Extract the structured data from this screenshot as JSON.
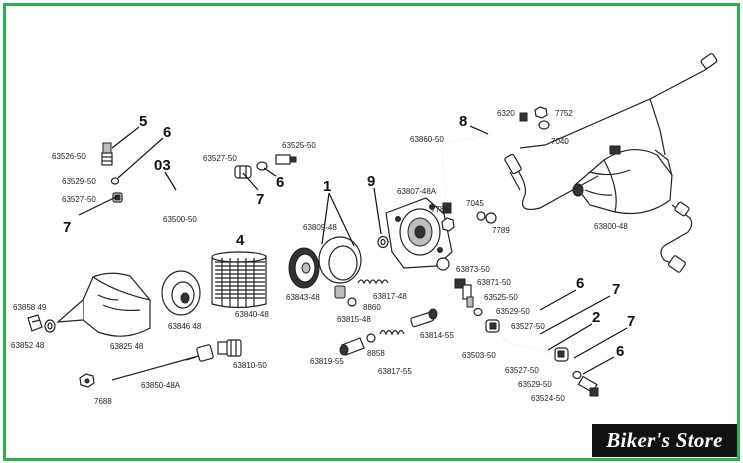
{
  "diagram": {
    "callouts": [
      "5",
      "6",
      "03",
      "7",
      "7",
      "6",
      "4",
      "1",
      "9",
      "8",
      "6",
      "7",
      "2",
      "7",
      "6"
    ],
    "part_numbers": [
      "63526-50",
      "63529-50",
      "63527-50",
      "63500-50",
      "63527-50",
      "63525-50",
      "63809-48",
      "63807-48A",
      "63860-50",
      "6320",
      "7752",
      "7040",
      "7789",
      "7045",
      "7789",
      "63800-48",
      "63858 49",
      "63852 48",
      "63846 48",
      "63840-48",
      "63843-48",
      "63825 48",
      "63817-48",
      "8860",
      "63815-48",
      "63873-50",
      "63871-50",
      "63525-50",
      "63529-50",
      "63527-50",
      "63814-55",
      "63503-50",
      "8858",
      "63819-55",
      "63817-55",
      "63527-50",
      "63529-50",
      "63524-50",
      "63810-50",
      "63850-48A",
      "7688"
    ]
  },
  "brand": {
    "label": "Biker's Store"
  },
  "colors": {
    "frame": "#2fae4e",
    "brand_bg": "#111111",
    "brand_text": "#ffffff"
  }
}
